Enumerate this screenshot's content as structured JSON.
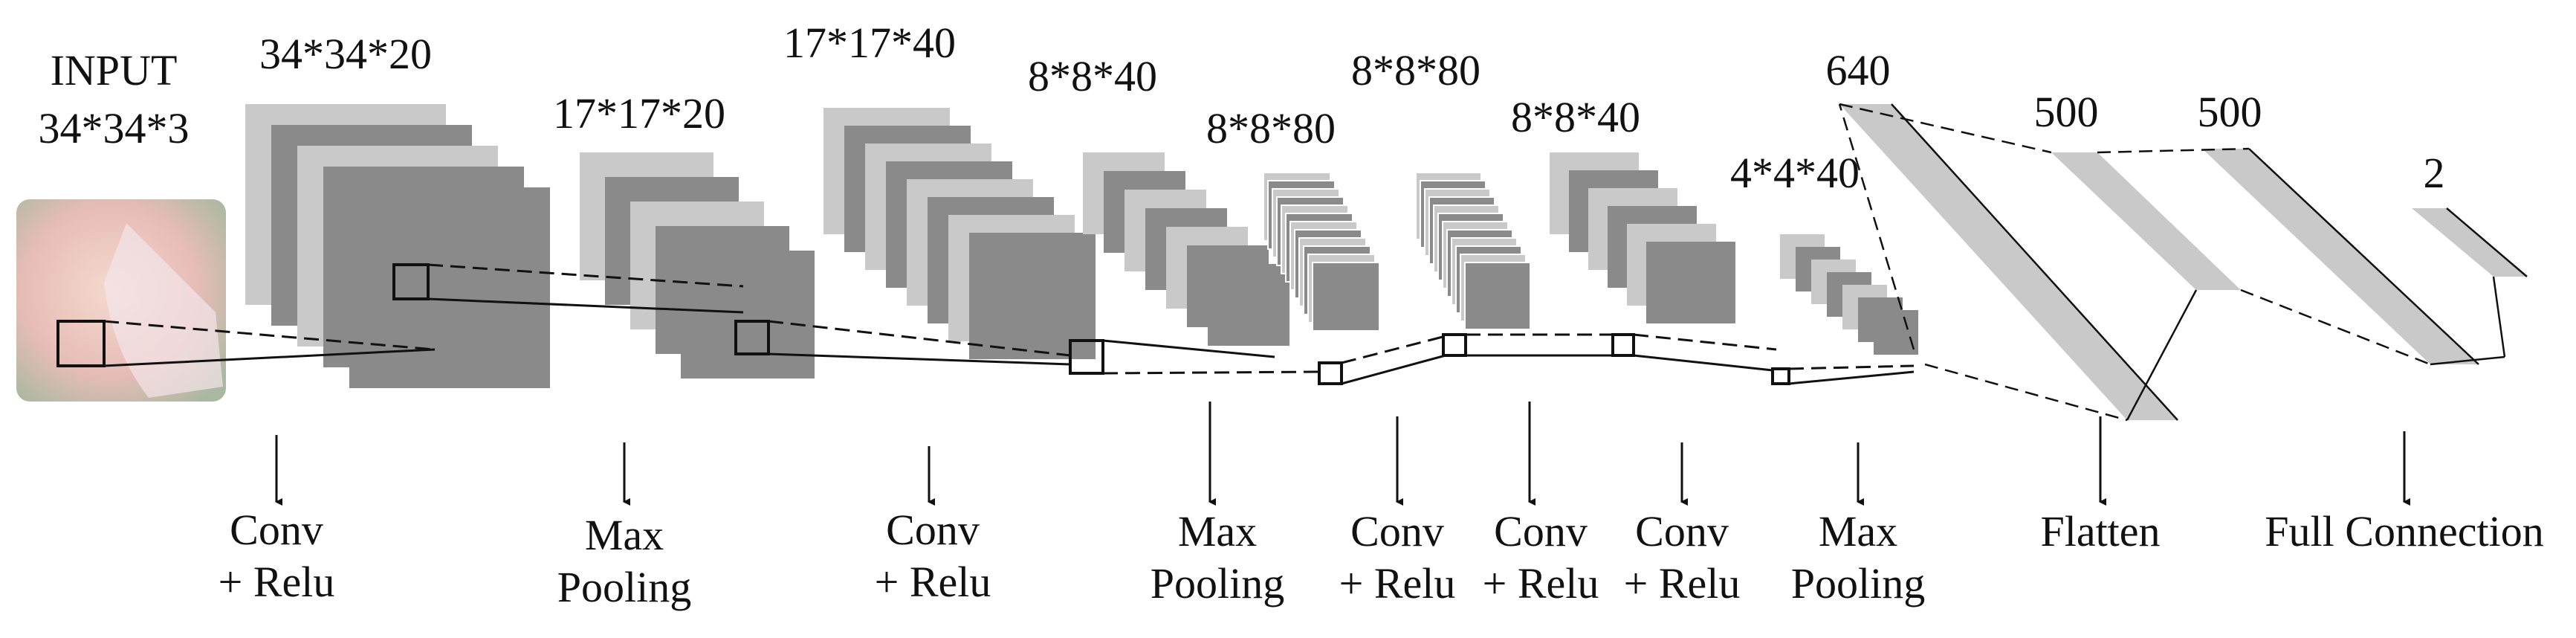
{
  "input": {
    "title": "INPUT",
    "dims": "34*34*3"
  },
  "blocks": [
    {
      "id": "conv1",
      "label": "34*34*20"
    },
    {
      "id": "pool1",
      "label": "17*17*20"
    },
    {
      "id": "conv2",
      "label": "17*17*40"
    },
    {
      "id": "pool2",
      "label": "8*8*40"
    },
    {
      "id": "conv3",
      "label": "8*8*80"
    },
    {
      "id": "conv4",
      "label": "8*8*80"
    },
    {
      "id": "conv5",
      "label": "8*8*40"
    },
    {
      "id": "pool3",
      "label": "4*4*40"
    }
  ],
  "dense": [
    {
      "id": "flat",
      "label": "640"
    },
    {
      "id": "fc1",
      "label": "500"
    },
    {
      "id": "fc2",
      "label": "500"
    },
    {
      "id": "out",
      "label": "2"
    }
  ],
  "operations": [
    {
      "line1": "Conv",
      "line2": "+ Relu"
    },
    {
      "line1": "Max",
      "line2": "Pooling"
    },
    {
      "line1": "Conv",
      "line2": "+ Relu"
    },
    {
      "line1": "Max",
      "line2": "Pooling"
    },
    {
      "line1": "Conv",
      "line2": "+ Relu"
    },
    {
      "line1": "Conv",
      "line2": "+ Relu"
    },
    {
      "line1": "Conv",
      "line2": "+ Relu"
    },
    {
      "line1": "Max",
      "line2": "Pooling"
    },
    {
      "line1": "Flatten",
      "line2": ""
    },
    {
      "line1": "Full Connection",
      "line2": ""
    }
  ],
  "colors": {
    "dark": "#8a8a8a",
    "light": "#c9c9c9",
    "stroke": "#111111",
    "image": "#e8c4bd"
  }
}
